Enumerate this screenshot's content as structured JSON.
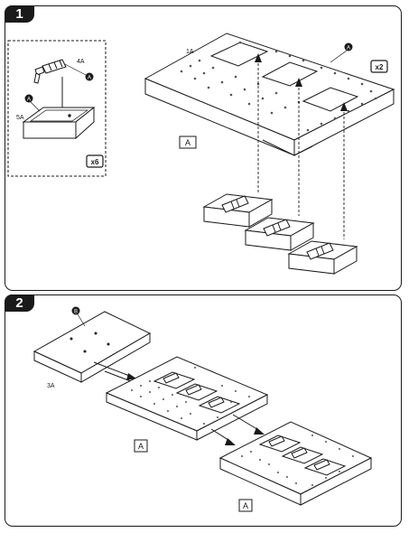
{
  "steps": [
    {
      "number": "1",
      "labels": {
        "part_b": "4A",
        "part_a": "5A",
        "panel_part": "1A",
        "callout": "A",
        "assembly": "A"
      },
      "counts": {
        "inset": "x6",
        "main": "x2"
      }
    },
    {
      "number": "2",
      "labels": {
        "lid_part": "3A",
        "callout": "B",
        "assembly_left": "A",
        "assembly_right": "A"
      }
    }
  ],
  "colors": {
    "ink": "#1a1a1a",
    "paper": "#ffffff",
    "holes": "#555555"
  }
}
